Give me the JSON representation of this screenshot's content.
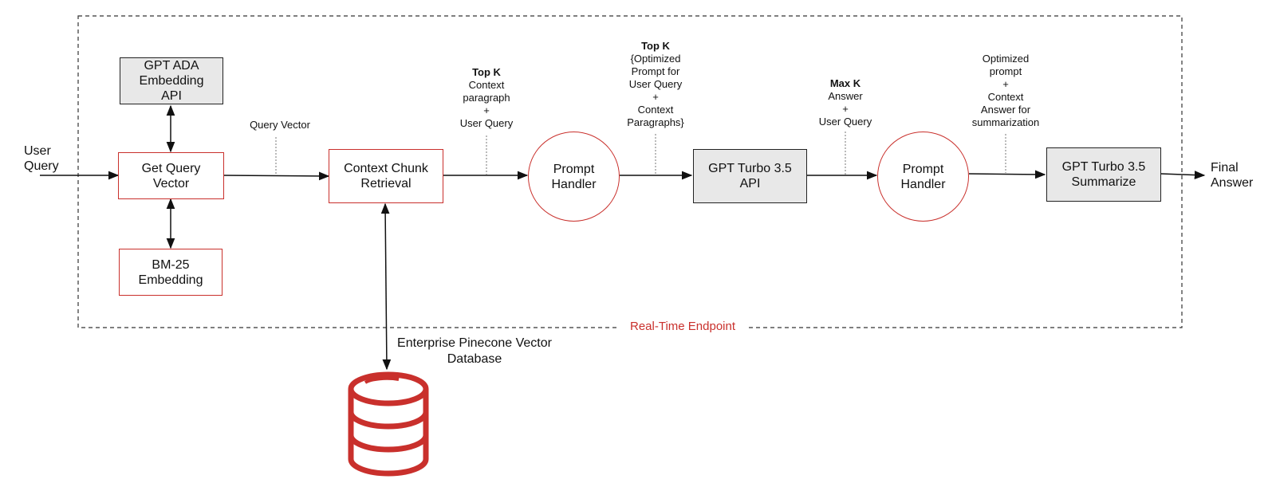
{
  "boundary_label": "Real-Time Endpoint",
  "input_label": "User\nQuery",
  "output_label": "Final\nAnswer",
  "nodes": {
    "gpt_ada": "GPT ADA\nEmbedding\nAPI",
    "get_query_vector": "Get Query\nVector",
    "bm25": "BM-25\nEmbedding",
    "context_chunk": "Context Chunk\nRetrieval",
    "prompt_handler_1": "Prompt\nHandler",
    "gpt_turbo_api": "GPT Turbo 3.5\nAPI",
    "prompt_handler_2": "Prompt\nHandler",
    "gpt_turbo_summarize": "GPT Turbo 3.5\nSummarize"
  },
  "edge_labels": {
    "query_vector": "Query Vector",
    "retrieval_out_bold": "Top K",
    "retrieval_out_body": "Context\nparagraph\n+\nUser Query",
    "handler1_out_bold": "Top K",
    "handler1_out_body": "{Optimized\nPrompt for\nUser Query\n+\nContext\nParagraphs}",
    "api_out_bold": "Max K",
    "api_out_body": "Answer\n+\nUser Query",
    "handler2_out_body": "Optimized\nprompt\n+\nContext\nAnswer for\nsummarization"
  },
  "database": {
    "label": "Enterprise Pinecone Vector\nDatabase",
    "icon": "database-icon",
    "color": "#c9302c"
  },
  "colors": {
    "accent_red": "#c9302c",
    "gray_fill": "#e8e8e8",
    "line": "#111111"
  }
}
